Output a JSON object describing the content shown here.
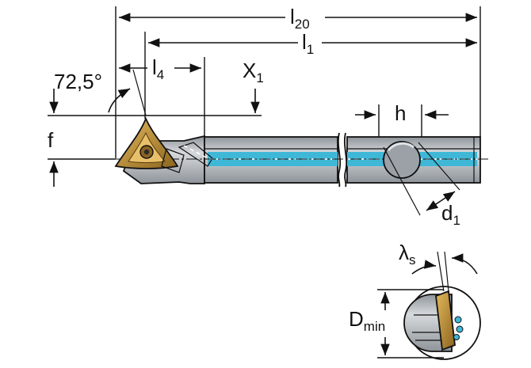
{
  "labels": {
    "l20": {
      "main": "l",
      "sub": "20"
    },
    "l1": {
      "main": "l",
      "sub": "1"
    },
    "l4": {
      "main": "l",
      "sub": "4"
    },
    "x1": {
      "main": "X",
      "sub": "1"
    },
    "angle": "72,5°",
    "f": "f",
    "h": "h",
    "d1": {
      "main": "d",
      "sub": "1"
    },
    "lambda_s": {
      "main": "λ",
      "sub": "s"
    },
    "dmin": {
      "main": "D",
      "sub": "min"
    }
  },
  "colors": {
    "shank": "#a9aeb4",
    "shank_highlight": "#d7dadd",
    "coolant": "#3fb8d8",
    "insert": "#c8973a",
    "insert_dark": "#8a6420",
    "line": "#111111"
  }
}
